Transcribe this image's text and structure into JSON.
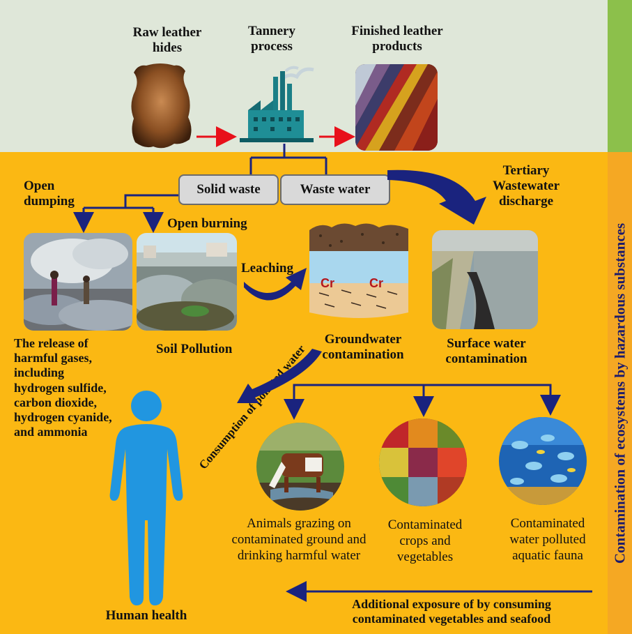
{
  "side_label": "Contamination of ecosystems by hazardous substances",
  "top": {
    "raw_leather": "Raw leather\nhides",
    "tannery": "Tannery\nprocess",
    "finished": "Finished leather\nproducts"
  },
  "boxes": {
    "solid_waste": "Solid waste",
    "waste_water": "Waste water"
  },
  "labels": {
    "tertiary": "Tertiary\nWastewater\ndischarge",
    "open_dumping": "Open\ndumping",
    "open_burning": "Open burning",
    "leaching": "Leaching",
    "cr_left": "Cr",
    "cr_right": "Cr",
    "harmful_gases": "The release of\nharmful gases,\nincluding\nhydrogen sulfide,\ncarbon dioxide,\nhydrogen cyanide,\nand ammonia",
    "soil_pollution": "Soil Pollution",
    "groundwater": "Groundwater\ncontamination",
    "surface_water": "Surface water\ncontamination",
    "consumption": "Consumption of polluted water",
    "animals": "Animals grazing on\ncontaminated ground and\ndrinking harmful water",
    "crops": "Contaminated\ncrops and\nvegetables",
    "aquatic": "Contaminated\nwater polluted\naquatic fauna",
    "human_health": "Human health",
    "additional_exposure": "Additional exposure of by consuming\ncontaminated vegetables and seafood"
  },
  "colors": {
    "top_band": "#dfe7d9",
    "main_band": "#fbb813",
    "side_green": "#8cc04b",
    "side_orange": "#f5a823",
    "arrow_navy": "#1a237e",
    "arrow_red": "#e8101a",
    "human_blue": "#2196e0"
  }
}
